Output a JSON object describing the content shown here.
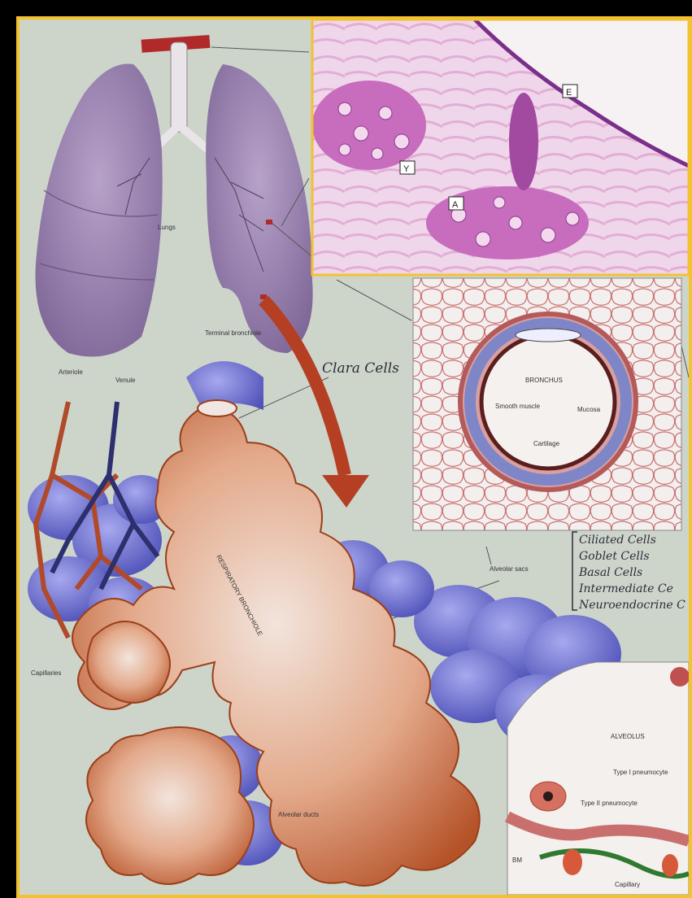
{
  "diagram": {
    "lung_label": "Lungs",
    "terminal_bronchiole_label": "Terminal bronchiole",
    "arteriole_label": "Arteriole",
    "venule_label": "Venule",
    "capillaries_label": "Capillaries",
    "respiratory_bronchiole_label": "RESPIRATORY BRONCHIOLE",
    "alveolar_ducts_label": "Alveolar ducts",
    "alveolar_sacs_label": "Alveolar sacs",
    "clara_cells_note": "Clara Cells",
    "bronchus_inset": {
      "title": "BRONCHUS",
      "smooth_muscle": "Smooth muscle",
      "mucosa": "Mucosa",
      "cartilage": "Cartilage"
    },
    "cell_list": [
      "Ciliated Cells",
      "Goblet Cells",
      "Basal Cells",
      "Intermediate Ce",
      "Neuroendocrine C"
    ],
    "alveolus_inset": {
      "title": "ALVEOLUS",
      "type1": "Type I pneumocyte",
      "type2": "Type II pneumocyte",
      "bm": "BM",
      "capillary": "Capillary"
    }
  },
  "micrograph": {
    "label_E": "E",
    "label_Y": "Y",
    "label_A": "A"
  },
  "colors": {
    "border": "#f2c230",
    "lung": "#9a82b0",
    "alveoli_orange": "#c4643c",
    "alveoli_blue": "#6a6fd0",
    "tissue_pink": "#d682c6"
  }
}
